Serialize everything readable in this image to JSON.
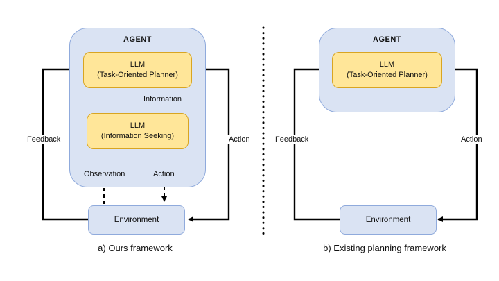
{
  "left": {
    "agent_label": "AGENT",
    "planner": {
      "line1": "LLM",
      "line2": "(Task-Oriented Planner)"
    },
    "seeker": {
      "line1": "LLM",
      "line2": "(Information Seeking)"
    },
    "environment": "Environment",
    "feedback_label": "Feedback",
    "action_label": "Action",
    "information_label": "Information",
    "observation_label": "Observation",
    "inner_action_label": "Action",
    "caption": "a) Ours framework"
  },
  "right": {
    "agent_label": "AGENT",
    "planner": {
      "line1": "LLM",
      "line2": "(Task-Oriented Planner)"
    },
    "environment": "Environment",
    "feedback_label": "Feedback",
    "action_label": "Action",
    "caption": "b) Existing planning framework"
  },
  "colors": {
    "agent_fill": "#dae3f3",
    "agent_border": "#8faadc",
    "llm_fill": "#ffe699",
    "llm_border": "#d9a521",
    "arrow": "#000000"
  }
}
